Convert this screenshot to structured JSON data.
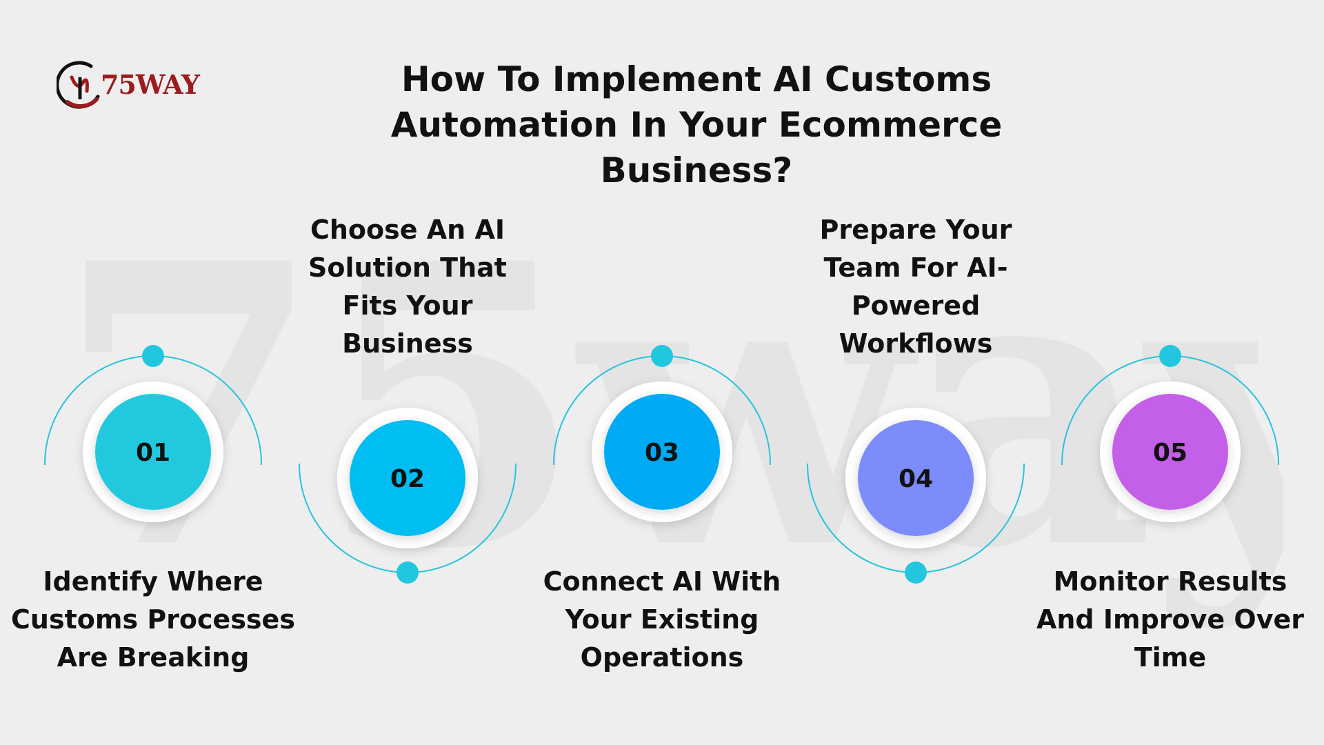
{
  "watermark": "75way",
  "logo": {
    "text": "75WAY",
    "mark": "75way-logo-mark",
    "colors": {
      "primary": "#9b1b1f",
      "ring": "#111111"
    }
  },
  "title": "How To Implement AI Customs Automation In Your Ecommerce Business?",
  "colors": {
    "ring_stroke": "#27c4dd",
    "dot": "#22c7df",
    "background": "#eeeeee"
  },
  "steps": [
    {
      "number": "01",
      "label": "Identify Where Customs Processes Are Breaking",
      "color": "#22c9de",
      "arc": "top",
      "label_position": "bottom"
    },
    {
      "number": "02",
      "label": "Choose An AI Solution That Fits Your Business",
      "color": "#06bdf2",
      "arc": "bottom",
      "label_position": "top"
    },
    {
      "number": "03",
      "label": "Connect AI With Your Existing Operations",
      "color": "#04aaf5",
      "arc": "top",
      "label_position": "bottom"
    },
    {
      "number": "04",
      "label": "Prepare Your Team For AI-Powered Workflows",
      "color": "#7b8cfb",
      "arc": "bottom",
      "label_position": "top"
    },
    {
      "number": "05",
      "label": "Monitor Results And Improve Over Time",
      "color": "#c35fe8",
      "arc": "top",
      "label_position": "bottom"
    }
  ]
}
